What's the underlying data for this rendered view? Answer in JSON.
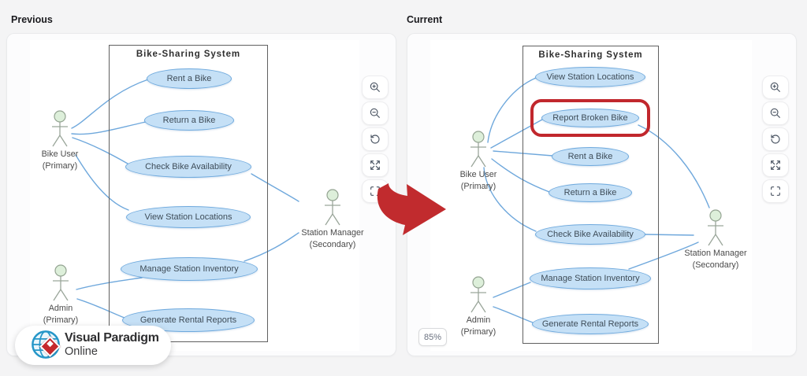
{
  "panels": {
    "previous": {
      "header": "Previous",
      "diagram_title": "Bike-Sharing System",
      "use_cases": {
        "rent": "Rent a Bike",
        "return": "Return a Bike",
        "check": "Check Bike Availability",
        "view": "View Station Locations",
        "manage": "Manage Station Inventory",
        "reports": "Generate Rental Reports"
      },
      "actors": {
        "bike_user": {
          "name": "Bike User",
          "role": "(Primary)"
        },
        "admin": {
          "name": "Admin",
          "role": "(Primary)"
        },
        "station_manager": {
          "name": "Station Manager",
          "role": "(Secondary)"
        }
      }
    },
    "current": {
      "header": "Current",
      "diagram_title": "Bike-Sharing System",
      "zoom_level": "85%",
      "use_cases": {
        "view": "View Station Locations",
        "report": "Report Broken Bike",
        "rent": "Rent a Bike",
        "return": "Return a Bike",
        "check": "Check Bike Availability",
        "manage": "Manage Station Inventory",
        "reports": "Generate Rental Reports"
      },
      "highlighted_use_case": "Report Broken Bike",
      "actors": {
        "bike_user": {
          "name": "Bike User",
          "role": "(Primary)"
        },
        "admin": {
          "name": "Admin",
          "role": "(Primary)"
        },
        "station_manager": {
          "name": "Station Manager",
          "role": "(Secondary)"
        }
      }
    }
  },
  "toolbar": {
    "buttons": [
      "zoom-in",
      "zoom-out",
      "reset-view",
      "expand",
      "fullscreen"
    ]
  },
  "logo": {
    "name": "Visual Paradigm",
    "product": "Online"
  },
  "colors": {
    "usecase_fill": "#c5e0f6",
    "usecase_border": "#6ea9dd",
    "connector_blue": "#6fa8dc",
    "highlight_red": "#c1272d",
    "arrow_red": "#c12b2e",
    "actor_head_green": "#ddefda"
  }
}
